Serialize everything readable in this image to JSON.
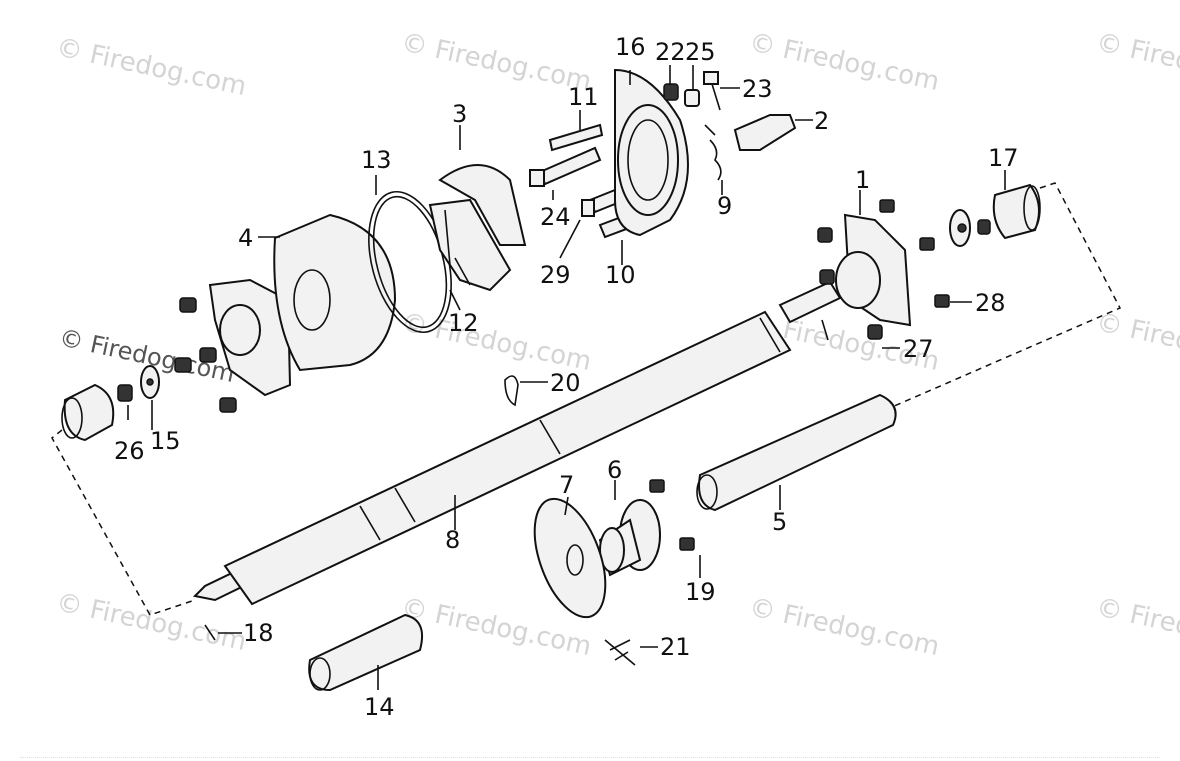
{
  "watermarks": [
    "© Firedog.com",
    "© Firedog.com",
    "© Firedog.com",
    "© Fired",
    "© Firedog.com",
    "© Firedog.com",
    "© Fired",
    "© Firedog.com",
    "© Firedog.com",
    "© Firedog.com",
    "© Fired"
  ],
  "watermark_dark": "© Firedog.com",
  "callouts": {
    "p1": "1",
    "p2": "2",
    "p3": "3",
    "p4": "4",
    "p5": "5",
    "p6": "6",
    "p7": "7",
    "p8": "8",
    "p9": "9",
    "p10": "10",
    "p11": "11",
    "p12": "12",
    "p13": "13",
    "p14": "14",
    "p15": "15",
    "p16": "16",
    "p17": "17",
    "p18": "18",
    "p19": "19",
    "p20": "20",
    "p21": "21",
    "p22": "22",
    "p23": "23",
    "p24": "24",
    "p25": "25",
    "p26": "26",
    "p27": "27",
    "p28": "28",
    "p29": "29"
  },
  "colors": {
    "line": "#111111",
    "fill": "#f2f2f2",
    "watermark": "#d4d4d4"
  }
}
